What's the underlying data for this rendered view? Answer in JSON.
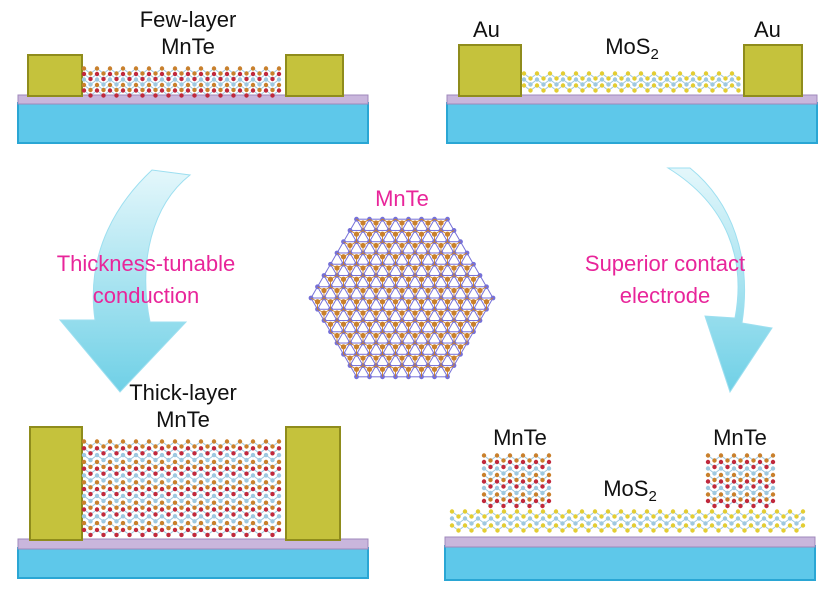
{
  "colors": {
    "substrate": "#5ec8ea",
    "substrate_edge": "#2aa6d4",
    "oxide": "#c9b6dc",
    "oxide_edge": "#9f88bb",
    "electrode": "#c5c23c",
    "electrode_edge": "#8f8c1c",
    "arrow": "#7fd7e8",
    "magenta_text": "#e8259a",
    "mn_atom": "#7570d8",
    "te_atom": "#c9802c",
    "red_atom": "#c0283c",
    "s_atom": "#e3cd32",
    "bond": "#9ec8e0"
  },
  "panels": {
    "top_left": {
      "label_line1": "Few-layer",
      "label_line2": "MnTe"
    },
    "top_right": {
      "electrode_left": "Au",
      "electrode_right": "Au",
      "channel": "MoS",
      "channel_sub": "2"
    },
    "center": {
      "label": "MnTe"
    },
    "bottom_left": {
      "label_line1": "Thick-layer",
      "label_line2": "MnTe"
    },
    "bottom_right": {
      "electrode_left": "MnTe",
      "electrode_right": "MnTe",
      "channel": "MoS",
      "channel_sub": "2"
    }
  },
  "arrows": {
    "left": {
      "line1": "Thickness-tunable",
      "line2": "conduction"
    },
    "right": {
      "line1": "Superior contact",
      "line2": "electrode"
    }
  }
}
